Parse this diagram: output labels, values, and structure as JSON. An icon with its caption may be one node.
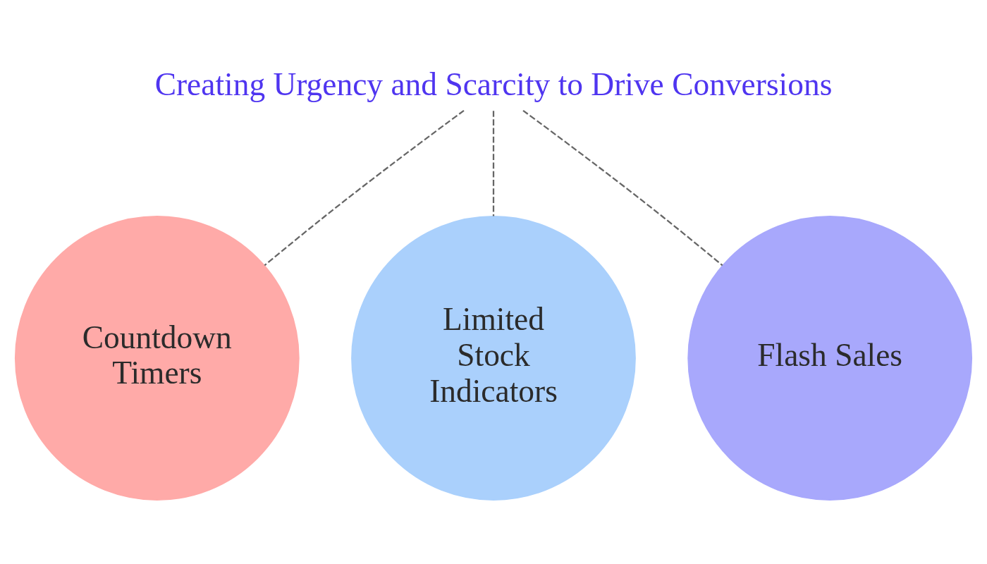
{
  "diagram": {
    "nodes": [
      {
        "text": [
          "Creating Urgency and Scarcity to Drive Conversions"
        ]
      },
      {
        "text": [
          "Countdown Timers"
        ]
      },
      {
        "text": [
          "Limited Stock Indicators"
        ]
      },
      {
        "text": [
          "Flash Sales"
        ]
      }
    ],
    "edges": [
      {
        "from": 0,
        "to": 1,
        "arrow": "none",
        "style": "dashed"
      },
      {
        "from": 0,
        "to": 2,
        "arrow": "none",
        "style": "dashed"
      },
      {
        "from": 0,
        "to": 3,
        "arrow": "none",
        "style": "dashed"
      }
    ]
  }
}
